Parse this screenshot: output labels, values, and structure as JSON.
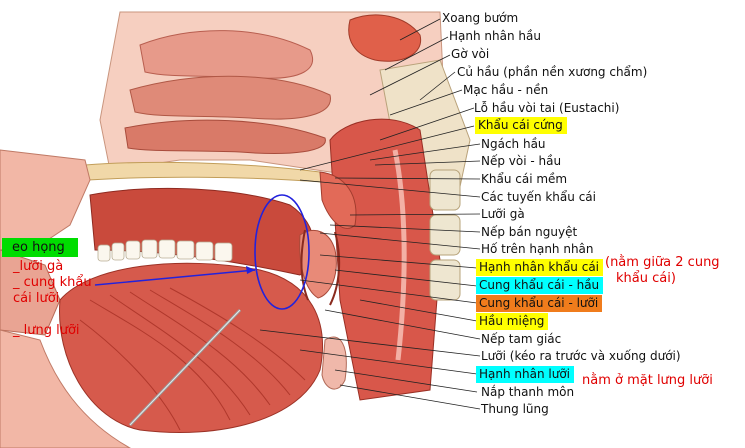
{
  "colors": {
    "yellow": "#ffff00",
    "cyan": "#00ffff",
    "orange": "#f07c1c",
    "green": "#00dd00",
    "red_text": "#e00000",
    "ellipse": "#2222dd"
  },
  "labels": [
    {
      "text": "Xoang bướm",
      "highlight": null
    },
    {
      "text": "Hạnh nhân hầu",
      "highlight": null
    },
    {
      "text": "Gờ vòi",
      "highlight": null
    },
    {
      "text": "Củ hầu (phần nền xương chẩm)",
      "highlight": null
    },
    {
      "text": "Mạc hầu - nền",
      "highlight": null
    },
    {
      "text": "Lỗ hầu vòi tai (Eustachi)",
      "highlight": null
    },
    {
      "text": "Khẩu cái cứng",
      "highlight": "yellow"
    },
    {
      "text": "Ngách hầu",
      "highlight": null
    },
    {
      "text": "Nếp vòi - hầu",
      "highlight": null
    },
    {
      "text": "Khẩu cái mềm",
      "highlight": null
    },
    {
      "text": "Các tuyến khẩu cái",
      "highlight": null
    },
    {
      "text": "Lưỡi gà",
      "highlight": null
    },
    {
      "text": "Nếp bán nguyệt",
      "highlight": null
    },
    {
      "text": "Hố trên hạnh nhân",
      "highlight": null
    },
    {
      "text": "Hạnh nhân khẩu cái",
      "highlight": "yellow"
    },
    {
      "text": "Cung khẩu cái - hầu",
      "highlight": "cyan"
    },
    {
      "text": "Cung khẩu cái - lưỡi",
      "highlight": "orange"
    },
    {
      "text": "Hầu miệng",
      "highlight": "yellow"
    },
    {
      "text": "Nếp tam giác",
      "highlight": null
    },
    {
      "text": "Lưỡi (kéo ra trước và xuống dưới)",
      "highlight": null
    },
    {
      "text": "Hạnh nhân lưỡi",
      "highlight": "cyan"
    },
    {
      "text": "Nắp thanh môn",
      "highlight": null
    },
    {
      "text": "Thung lũng",
      "highlight": null
    }
  ],
  "notes": {
    "tonsil_note_line1": "(nằm giữa 2 cung",
    "tonsil_note_line2": "khẩu cái)",
    "lingual_note": "nằm ở mặt lưng lưỡi"
  },
  "left_tags": {
    "eo_hong": "eo họng",
    "luoi_ga": "_lưỡi gà",
    "cung_line1": "_ cung khẩu",
    "cung_line2": "cái lưỡi",
    "lung_luoi": "_ lưng lưỡi"
  }
}
